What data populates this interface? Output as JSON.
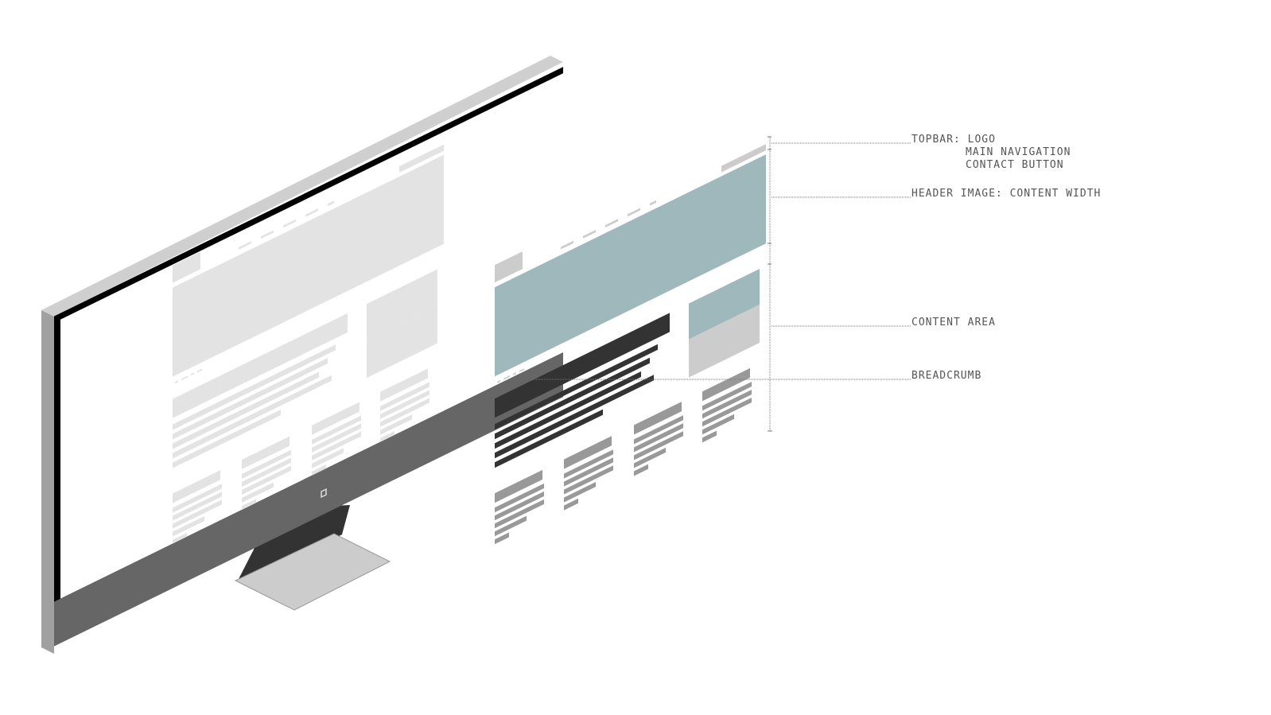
{
  "colors": {
    "screen_wireframe": "#e3e3e3",
    "header_image": "#9fb8bb",
    "dark_text": "#333333",
    "mid_gray": "#999999",
    "light_gray": "#cccccc",
    "bezel": "#000000",
    "chin": "#666666"
  },
  "annotations": {
    "topbar": {
      "title": "TOPBAR:",
      "items": [
        "LOGO",
        "MAIN NAVIGATION",
        "CONTACT BUTTON"
      ]
    },
    "header": {
      "title": "HEADER IMAGE:",
      "detail": "CONTENT WIDTH"
    },
    "content": {
      "title": "CONTENT AREA"
    },
    "breadcrumb": {
      "title": "BREADCRUMB"
    }
  }
}
